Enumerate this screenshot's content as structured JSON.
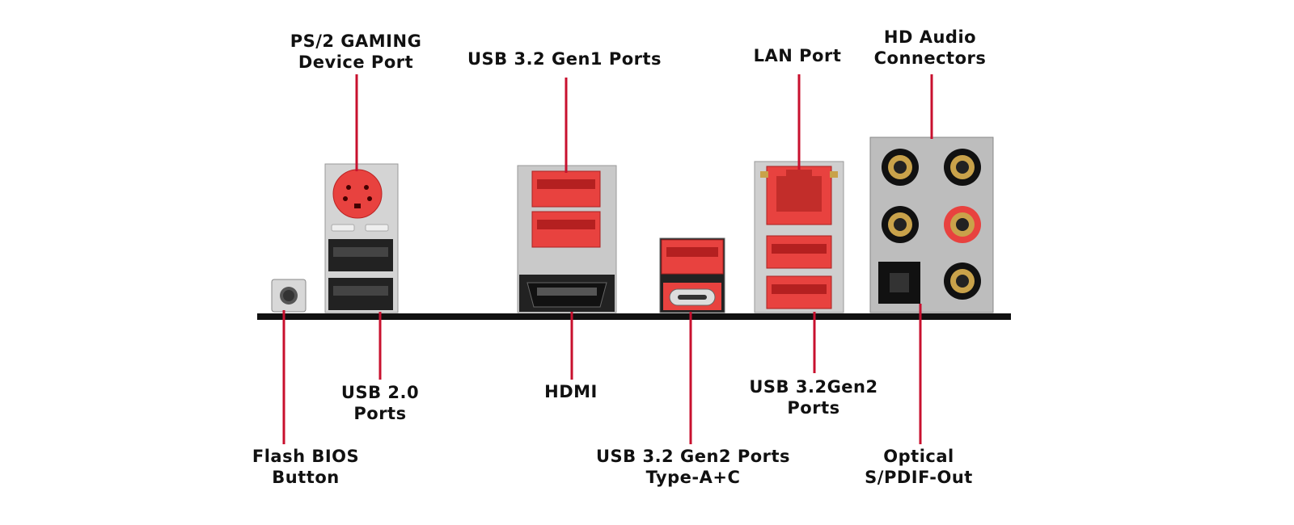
{
  "colors": {
    "callout_line": "#c8102e",
    "port_red": "#e8423f",
    "metal": "#c9c9c9",
    "baseline": "#111111",
    "gold": "#c9a24a"
  },
  "labels": {
    "ps2": [
      "PS/2 GAMING",
      "Device Port"
    ],
    "usb32gen1": [
      "USB 3.2 Gen1 Ports"
    ],
    "lan": [
      "LAN Port"
    ],
    "hdaudio": [
      "HD Audio",
      "Connectors"
    ],
    "usb20": [
      "USB 2.0",
      "Ports"
    ],
    "hdmi": [
      "HDMI"
    ],
    "usb32gen2": [
      "USB 3.2Gen2",
      "Ports"
    ],
    "flashbios": [
      "Flash BIOS",
      "Button"
    ],
    "usb32gen2ac": [
      "USB 3.2 Gen2 Ports",
      "Type-A+C"
    ],
    "optical": [
      "Optical",
      "S/PDIF-Out"
    ]
  }
}
